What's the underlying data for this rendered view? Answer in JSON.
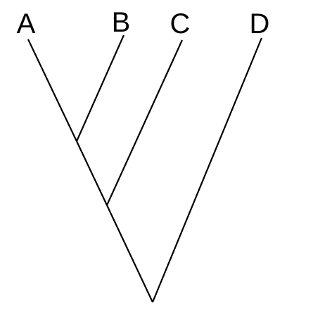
{
  "tree": {
    "taxa": [
      {
        "id": "a",
        "label": "A"
      },
      {
        "id": "b",
        "label": "B"
      },
      {
        "id": "c",
        "label": "C"
      },
      {
        "id": "d",
        "label": "D"
      }
    ],
    "topology": "(((A,B),C),D)"
  }
}
